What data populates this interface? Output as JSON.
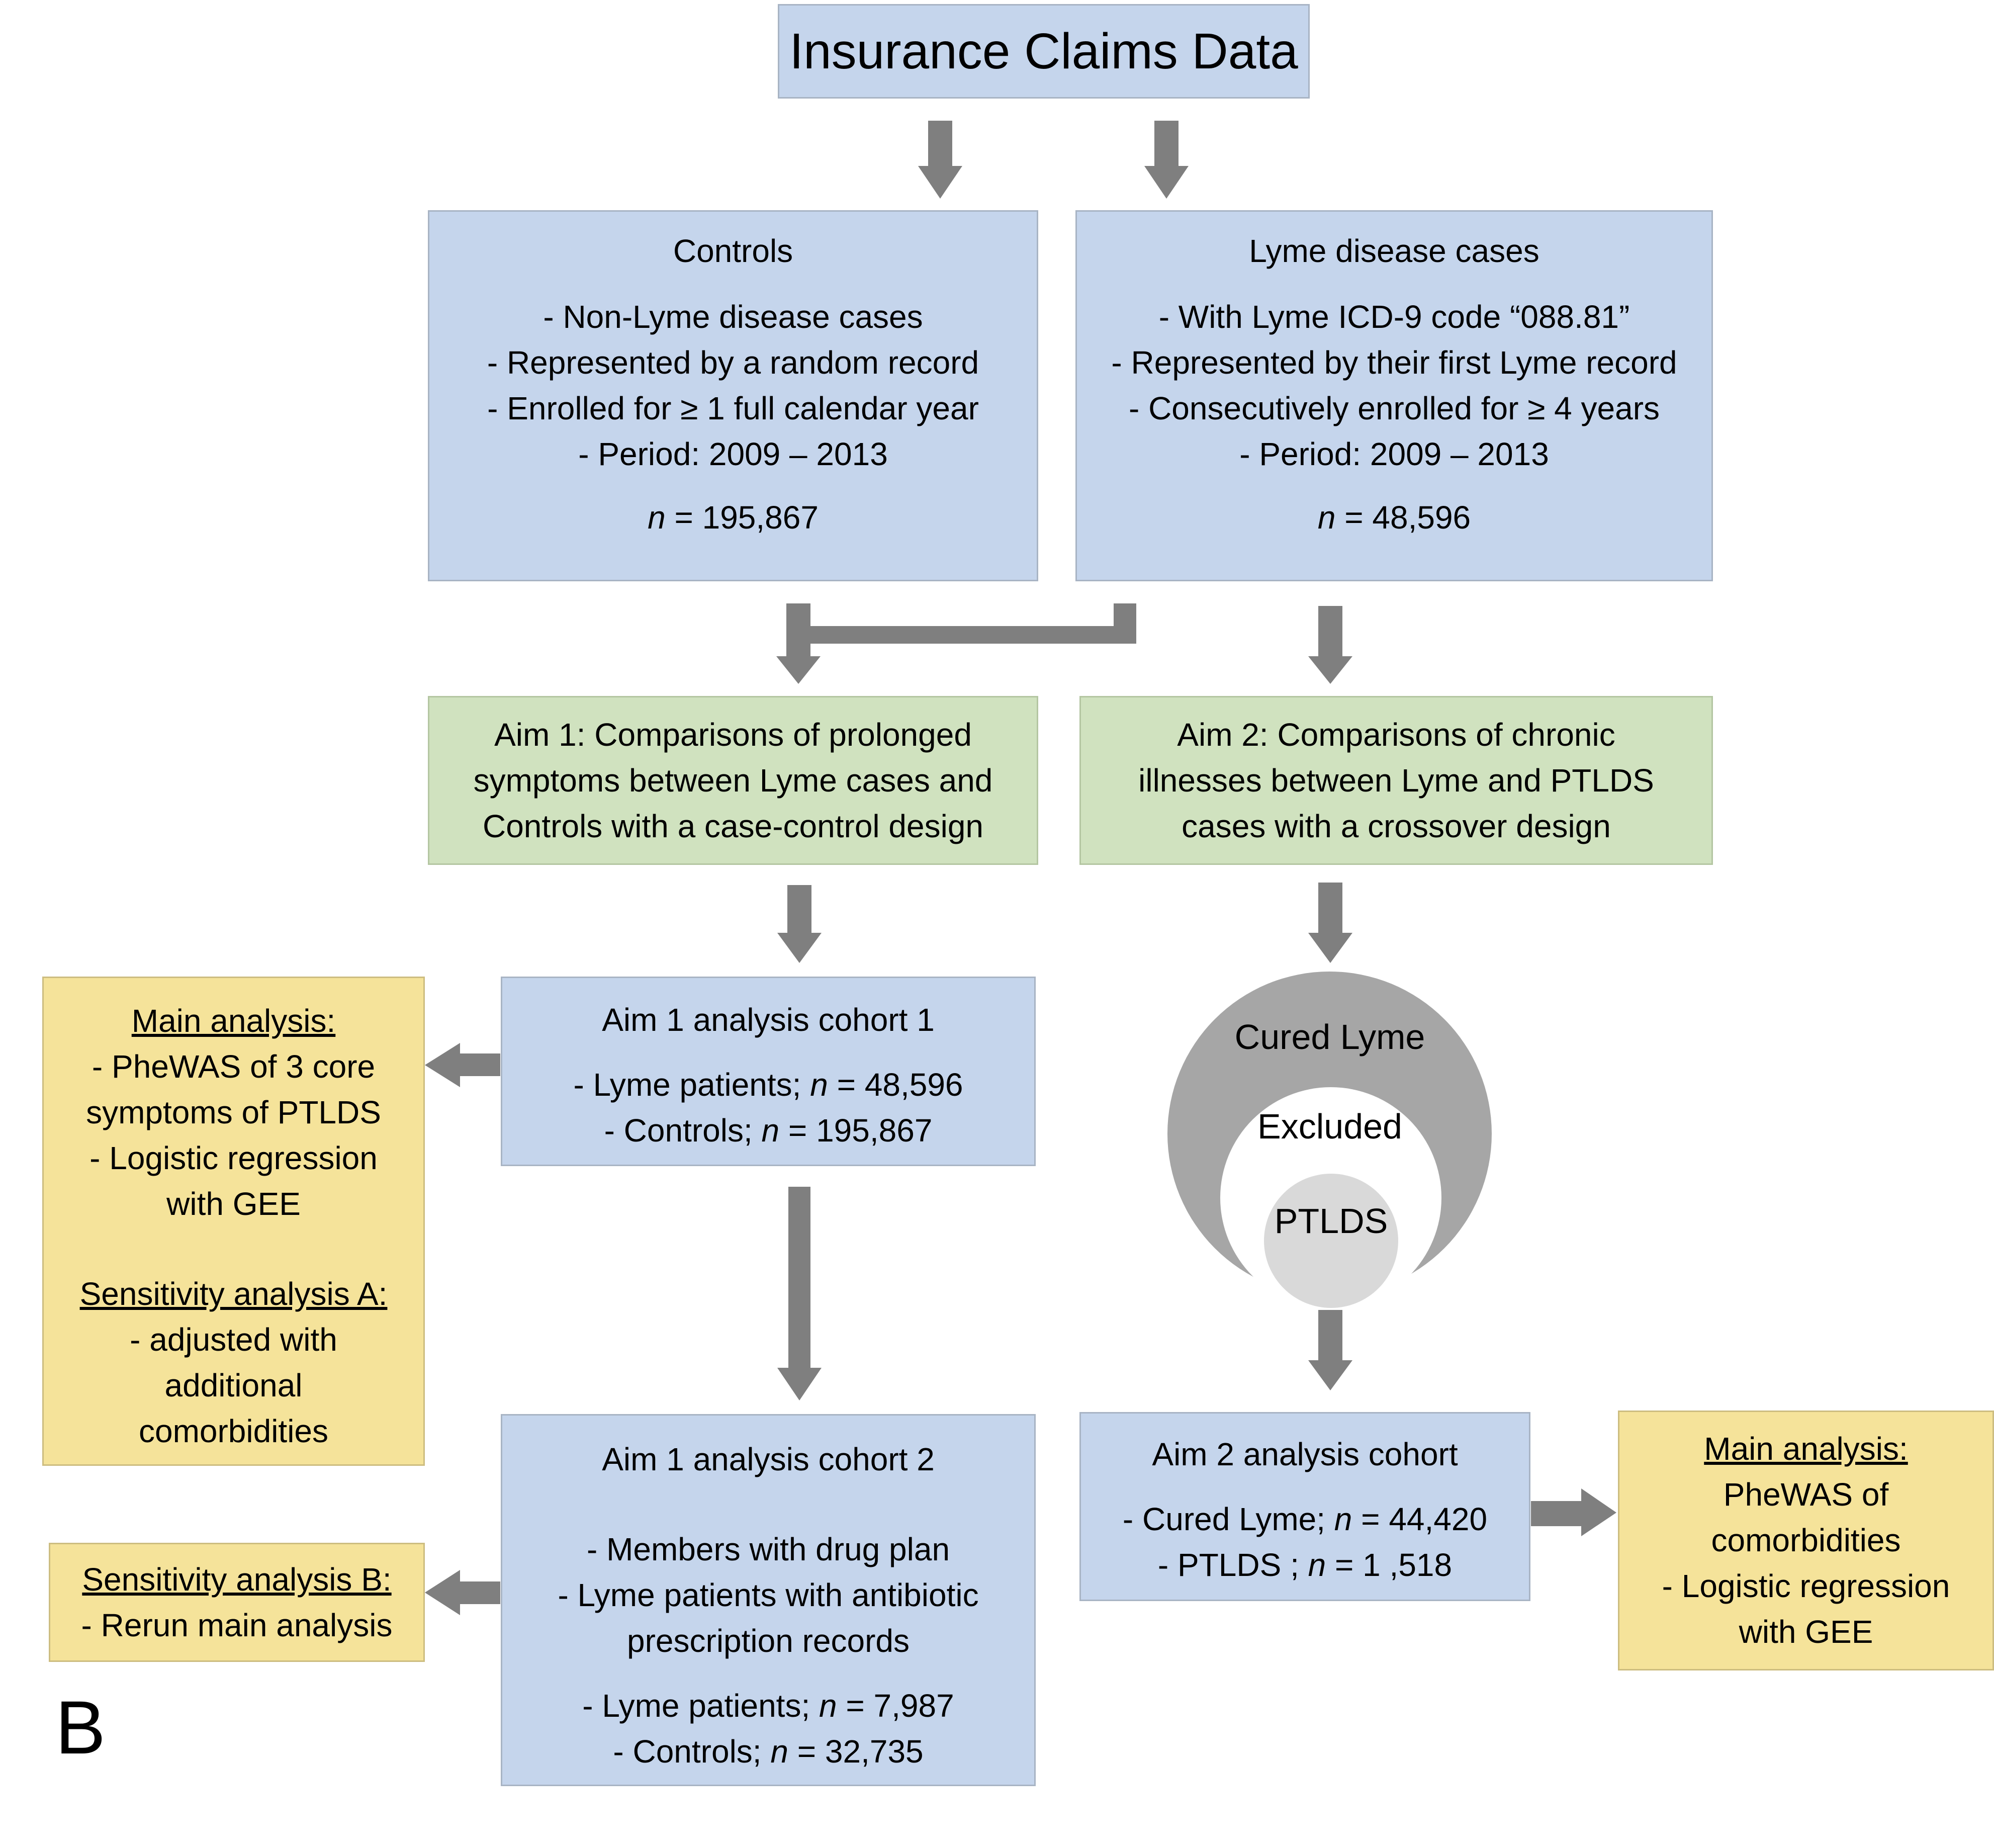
{
  "title": "Insurance Claims Data",
  "controls": {
    "heading": "Controls",
    "bullets": [
      "- Non-Lyme disease cases",
      "- Represented by a random record",
      "- Enrolled for ≥ 1 full calendar year",
      "- Period: 2009 – 2013"
    ],
    "n_label": "n",
    "n_value": " = 195,867"
  },
  "lyme_cases": {
    "heading": "Lyme disease cases",
    "bullets": [
      "- With Lyme ICD-9 code “088.81”",
      "- Represented by their first Lyme record",
      "- Consecutively enrolled for ≥ 4 years",
      "- Period: 2009 – 2013"
    ],
    "n_label": "n",
    "n_value": " = 48,596"
  },
  "aim1": {
    "lines": [
      "Aim 1: Comparisons of prolonged",
      "symptoms between Lyme cases and",
      "Controls with a case-control design"
    ]
  },
  "aim2": {
    "lines": [
      "Aim 2: Comparisons of chronic",
      "illnesses between Lyme and PTLDS",
      "cases with a crossover design"
    ]
  },
  "cohort1": {
    "heading": "Aim 1 analysis cohort 1",
    "row1_prefix": "- Lyme patients; ",
    "row1_n": "n",
    "row1_value": " = 48,596",
    "row2_prefix": "- Controls; ",
    "row2_n": "n",
    "row2_value": " = 195,867"
  },
  "cohort2": {
    "heading": "Aim 1 analysis cohort 2",
    "bullets": [
      "- Members with drug plan",
      "- Lyme patients with antibiotic",
      "prescription records"
    ],
    "row1_prefix": "- Lyme patients; ",
    "row1_n": "n",
    "row1_value": " = 7,987",
    "row2_prefix": "- Controls; ",
    "row2_n": "n",
    "row2_value": " = 32,735"
  },
  "aim2_cohort": {
    "heading": "Aim 2 analysis cohort",
    "row1_prefix": "- Cured Lyme; ",
    "row1_n": "n",
    "row1_value": " = 44,420",
    "row2_prefix": "- PTLDS ; ",
    "row2_n": "n",
    "row2_value": " = 1 ,518"
  },
  "main_analysis_left": {
    "heading": "Main analysis:",
    "lines": [
      "- PheWAS of 3 core",
      "symptoms of PTLDS",
      "- Logistic regression",
      "with GEE"
    ],
    "sens_heading": "Sensitivity analysis A:",
    "sens_lines": [
      "- adjusted with",
      "additional",
      "comorbidities"
    ]
  },
  "sensitivity_b": {
    "heading": "Sensitivity analysis B:",
    "line": "- Rerun main analysis"
  },
  "main_analysis_right": {
    "heading": "Main analysis:",
    "lines": [
      "PheWAS of",
      "comorbidities",
      "- Logistic regression",
      "with GEE"
    ]
  },
  "venn": {
    "outer": "Cured Lyme",
    "middle": "Excluded",
    "inner": "PTLDS"
  },
  "panel_letter": "B",
  "colors": {
    "arrow": "#7f7f7f",
    "blue_box": "#c5d5ec",
    "green_box": "#d0e2bf",
    "yellow_box": "#f5e39a",
    "venn_outer": "#a6a6a6",
    "venn_inner": "#d9d9d9"
  }
}
